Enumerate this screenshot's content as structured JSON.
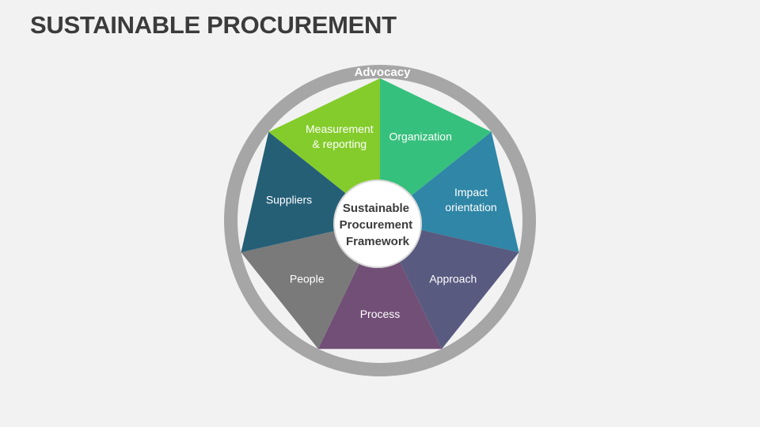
{
  "title": "SUSTAINABLE PROCUREMENT",
  "ring_label": "Advocacy",
  "center": {
    "lines": [
      "Sustainable",
      "Procurement",
      "Framework"
    ]
  },
  "segments": [
    {
      "id": "organization",
      "lines": [
        "Organization"
      ],
      "color": "#36c07d"
    },
    {
      "id": "impact-orientation",
      "lines": [
        "Impact",
        "orientation"
      ],
      "color": "#2f86a6"
    },
    {
      "id": "approach",
      "lines": [
        "Approach"
      ],
      "color": "#585a80"
    },
    {
      "id": "process",
      "lines": [
        "Process"
      ],
      "color": "#714f76"
    },
    {
      "id": "people",
      "lines": [
        "People"
      ],
      "color": "#7a7a7a"
    },
    {
      "id": "suppliers",
      "lines": [
        "Suppliers"
      ],
      "color": "#255f76"
    },
    {
      "id": "measurement-reporting",
      "lines": [
        "Measurement",
        "& reporting"
      ],
      "color": "#84cc2b"
    }
  ],
  "colors": {
    "ring": "#a6a6a6",
    "background": "#f2f2f2",
    "center_fill": "#ffffff"
  }
}
